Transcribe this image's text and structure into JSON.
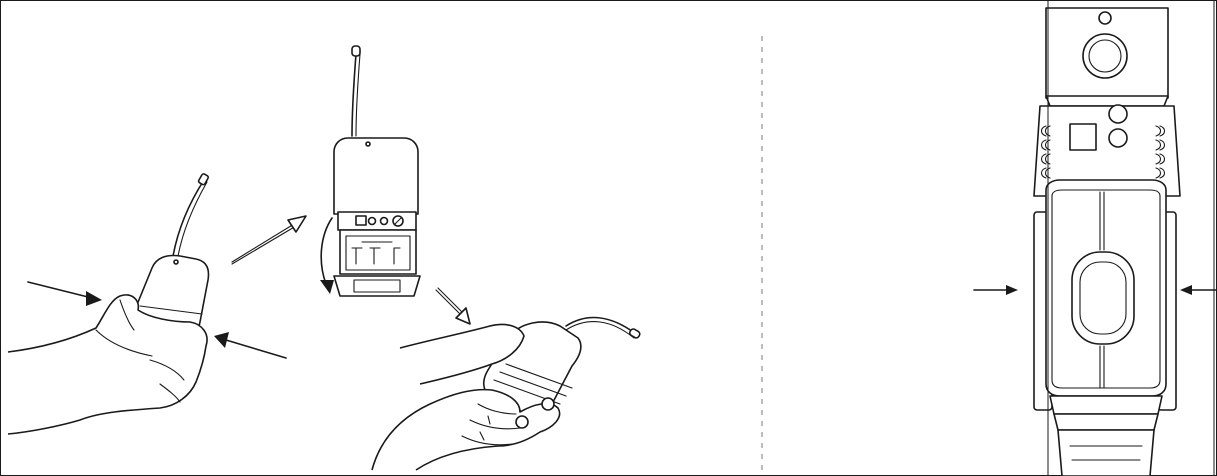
{
  "figure": {
    "left_panel": {
      "steps": [
        "squeeze-sides-of-bodypack",
        "lift-battery-cover",
        "slide-battery-out"
      ]
    },
    "right_panel": {
      "view": "transmitter-bottom-closeup",
      "press_points": [
        "left-side",
        "right-side"
      ]
    },
    "colors": {
      "line": "#1a1a1a",
      "divider": "#bdbdbd",
      "background": "#ffffff"
    }
  }
}
